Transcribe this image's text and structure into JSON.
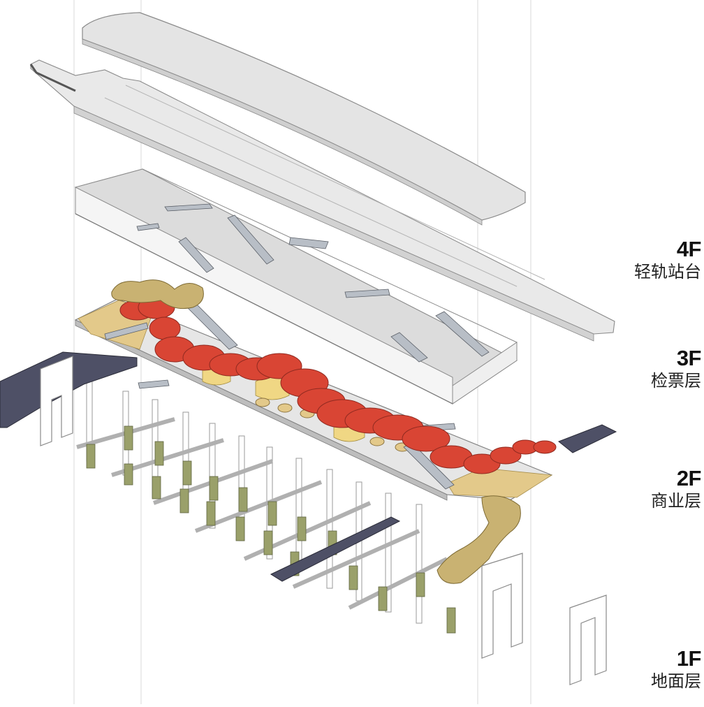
{
  "floors": [
    {
      "code": "4F",
      "name": "轻轨站台"
    },
    {
      "code": "3F",
      "name": "检票层"
    },
    {
      "code": "2F",
      "name": "商业层"
    },
    {
      "code": "1F",
      "name": "地面层"
    }
  ],
  "colors": {
    "roof": "#e6e6e6",
    "concourse_floor": "#d9d9d9",
    "wall": "#f4f4f4",
    "outline": "#8c8c8c",
    "red_path": "#d94534",
    "gold_deck": "#e3c98a",
    "sculpture": "#c9b272",
    "bridge": "#4e5066",
    "column": "#ffffff",
    "footing": "#9aa06a"
  }
}
